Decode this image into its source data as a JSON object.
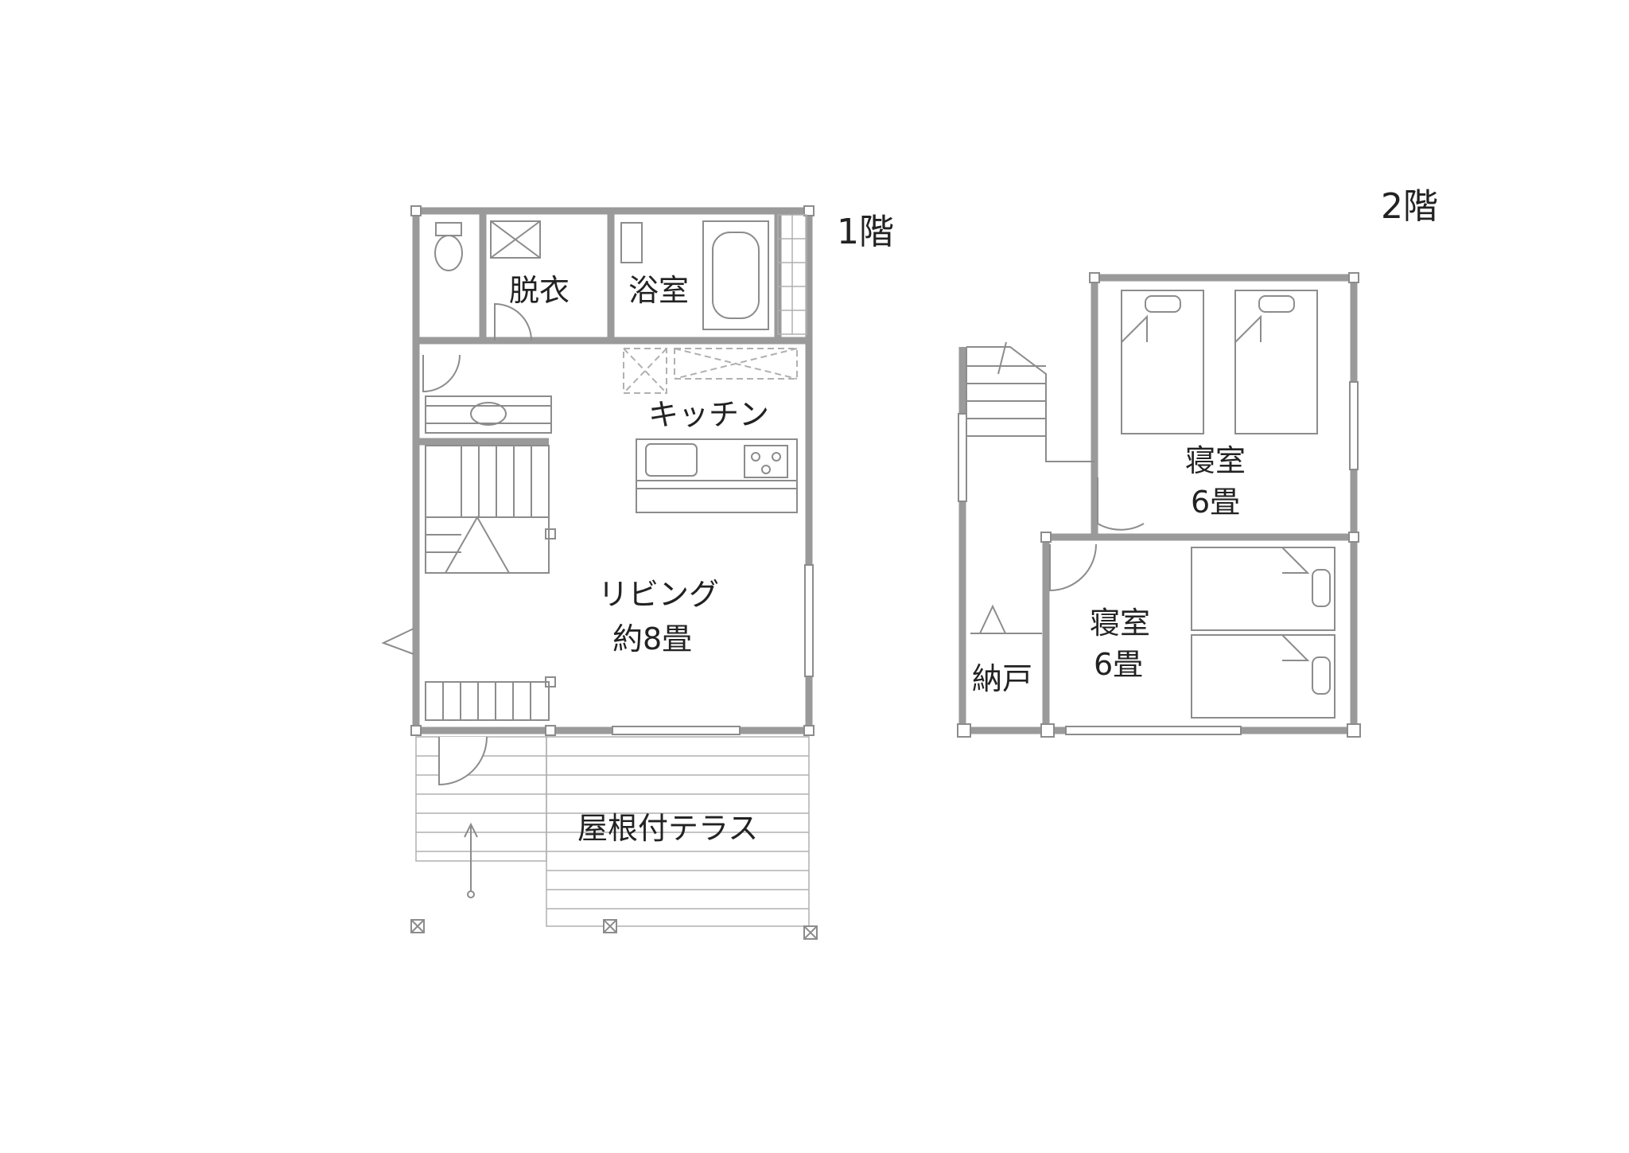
{
  "floor1": {
    "title": "1階",
    "rooms": {
      "datsui": "脱衣",
      "bath": "浴室",
      "kitchen": "キッチン",
      "living_name": "リビング",
      "living_size": "約8畳",
      "terrace": "屋根付テラス"
    }
  },
  "floor2": {
    "title": "2階",
    "rooms": {
      "bedroom1_name": "寝室",
      "bedroom1_size": "6畳",
      "bedroom2_name": "寝室",
      "bedroom2_size": "6畳",
      "storage": "納戸"
    }
  },
  "colors": {
    "wall": "#9a9a9a",
    "line": "#8c8c8c",
    "text": "#222222"
  }
}
